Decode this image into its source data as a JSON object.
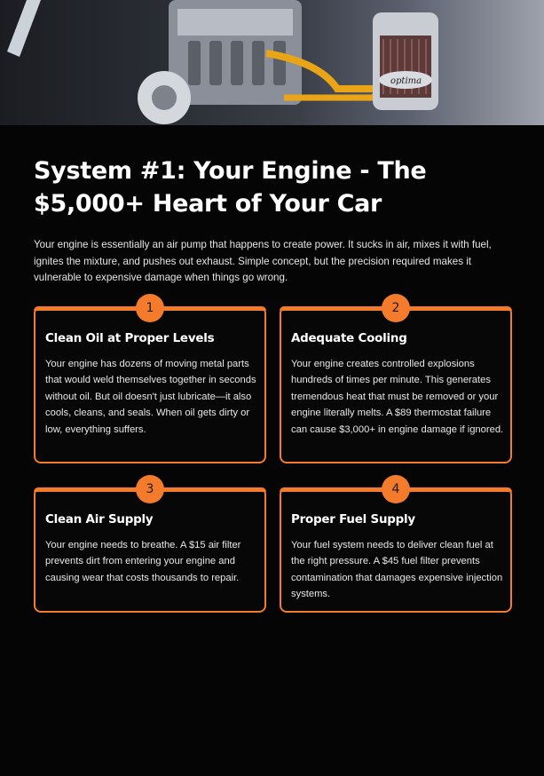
{
  "hero": {
    "image_name": "engine-hero-image",
    "filter_brand_text": "optima"
  },
  "section": {
    "title": "System #1: Your Engine - The $5,000+ Heart of Your Car",
    "intro": "Your engine is essentially an air pump that happens to create power. It sucks in air, mixes it with fuel, ignites the mixture, and pushes out exhaust. Simple concept, but the precision required makes it vulnerable to expensive damage when things go wrong."
  },
  "cards": [
    {
      "number": "1",
      "title": "Clean Oil at Proper Levels",
      "body": "Your engine has dozens of moving metal parts that would weld themselves together in seconds without oil. But oil doesn't just lubricate—it also cools, cleans, and seals. When oil gets dirty or low, everything suffers."
    },
    {
      "number": "2",
      "title": "Adequate Cooling",
      "body": "Your engine creates controlled explosions hundreds of times per minute. This generates tremendous heat that must be removed or your engine literally melts. A $89 thermostat failure can cause $3,000+ in engine damage if ignored."
    },
    {
      "number": "3",
      "title": "Clean Air Supply",
      "body": "Your engine needs to breathe. A $15 air filter prevents dirt from entering your engine and causing wear that costs thousands to repair."
    },
    {
      "number": "4",
      "title": "Proper Fuel Supply",
      "body": "Your fuel system needs to deliver clean fuel at the right pressure. A $45 fuel filter prevents contamination that damages expensive injection systems."
    }
  ],
  "colors": {
    "accent": "#f47b2b",
    "background": "#050505",
    "text": "#ffffff"
  }
}
